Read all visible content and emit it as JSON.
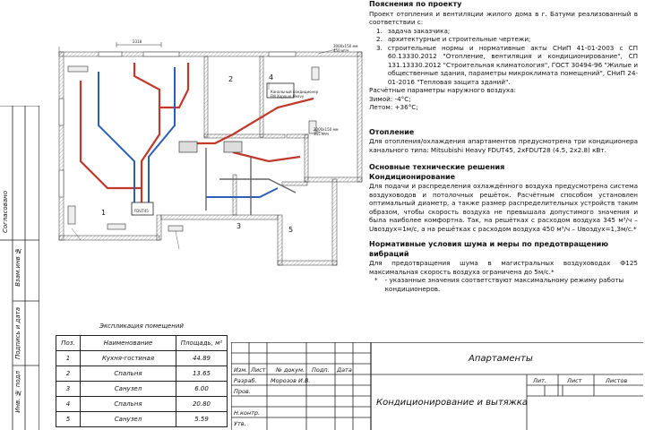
{
  "side_strip": {
    "agreed": "Согласовано",
    "inv_replaced": "Взам.инв №",
    "sign_date": "Подпись и дата",
    "inv_orig": "Инв. № подл"
  },
  "notes": {
    "title": "Пояснения по проекту",
    "intro": "Проект отопления и вентиляции жилого дома в г. Батуми реализованный в соответствии с:",
    "list": [
      "задача заказчика;",
      "архитектурные и строительные чертежи;",
      "строительные нормы и нормативные акты СНиП 41-01-2003 с СП 60.13330.2012 \"Отопление, вентиляция и кондиционирование\", СП 131.13330.2012 \"Строительная климатология\", ГОСТ 30494-96 \"Жилые и общественные здания, параметры микроклимата помещений\", СНиП 24-01-2016 \"Тепловая защита зданий\"."
    ],
    "list_nums": [
      "1.",
      "2.",
      "3."
    ],
    "outdoor_title": "Расчётные параметры наружного воздуха:",
    "winter": "Зимой: -4°С;",
    "summer": "Летом: +36°С;",
    "heating_title": "Отопление",
    "heating_text": "Для отопления/охлаждения апартаментов предусмотрена три кондиционера канального типа: Mitsubishi Heavy FDUT45, 2xFDUT28 (4.5, 2x2.8) кВт.",
    "tech_title": "Основные технические решения",
    "cond_title": "Кондиционирование",
    "cond_text": "Для подачи и распределения охлаждённого воздуха предусмотрена система воздуховодов и потолочных решёток. Расчётным способом установлен оптимальный диаметр, а также размер распределительных устройств таким образом, чтобы скорость воздуха не превышала допустимого значения и была наиболее комфортна. Так, на решётках с расходом воздуха 345 м³/ч – Uвоздух=1м/с, а на решётках с расходом воздуха 450 м³/ч – Uвоздух=1,3м/с.*",
    "noise_title": "Нормативные условия шума и меры по предотвращению вибраций",
    "noise_text": "Для предотвращения шума в магистральных воздуховодах Ф125 максимальная скорость воздуха ограничена до 5м/с.*",
    "footnote_mark": "*",
    "footnote": "- указанные значения соответствуют максимальному режиму работы кондиционеров."
  },
  "room_table": {
    "caption": "Экспликация помещений",
    "headers": [
      "Поз.",
      "Наименование",
      "Площадь, м²"
    ],
    "rows": [
      [
        "1",
        "Кухня-гостиная",
        "44.89"
      ],
      [
        "2",
        "Спальня",
        "13.65"
      ],
      [
        "3",
        "Санузел",
        "6.00"
      ],
      [
        "4",
        "Спальня",
        "20.80"
      ],
      [
        "5",
        "Санузел",
        "5.59"
      ]
    ]
  },
  "title_block": {
    "project": "Апартаменты",
    "sheet_title": "Кондиционирование и вытяжка",
    "col_izm": "Изм.",
    "col_list": "Лист",
    "col_doc": "№ докум.",
    "col_sign": "Подп.",
    "col_date": "Дата",
    "row_razrab": "Разраб.",
    "razrab_name": "Морозов И.В.",
    "row_prov": "Пров.",
    "row_nkontr": "Н.контр.",
    "row_utv": "Утв.",
    "lit": "Лит.",
    "sheet": "Лист",
    "sheets": "Листов"
  },
  "plan": {
    "rooms": [
      "1",
      "2",
      "3",
      "4",
      "5"
    ],
    "unit1": "FDUT45",
    "grille_1": "3000x150 мм\n450 м³/ч",
    "grille_2": "3000x150 мм\n345 м³/ч",
    "unit2_label": "Канальный кондиционер\nFM Хорошо Heavy",
    "dim_top": "2318"
  }
}
